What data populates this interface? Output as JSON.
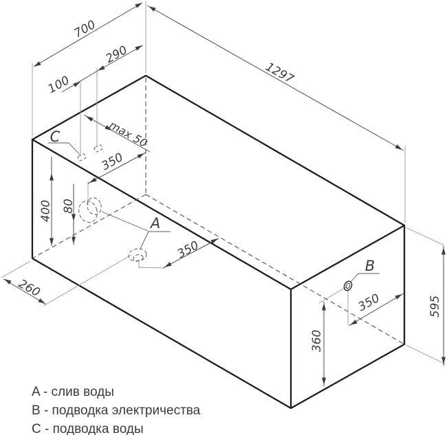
{
  "diagram": {
    "type": "isometric technical drawing of bathtub frame with connection points",
    "dim_labels": [
      {
        "id": "width-total",
        "text": "700"
      },
      {
        "id": "water-offset-290",
        "text": "290"
      },
      {
        "id": "water-offset-100",
        "text": "100"
      },
      {
        "id": "length-total",
        "text": "1297"
      },
      {
        "id": "water-max-offset",
        "text": "max 50"
      },
      {
        "id": "water-centerline",
        "text": "350"
      },
      {
        "id": "drain-centerline",
        "text": "350"
      },
      {
        "id": "drain-end-offset",
        "text": "260"
      },
      {
        "id": "height-400",
        "text": "400"
      },
      {
        "id": "drain-height",
        "text": "80"
      },
      {
        "id": "electric-centerline",
        "text": "350"
      },
      {
        "id": "electric-height",
        "text": "360"
      },
      {
        "id": "height-total",
        "text": "595"
      }
    ],
    "part_labels": [
      {
        "id": "drain",
        "text": "A"
      },
      {
        "id": "electric",
        "text": "B"
      },
      {
        "id": "water",
        "text": "C"
      }
    ],
    "legend": [
      {
        "text": "A - слив воды"
      },
      {
        "text": "B - подводка электричества"
      },
      {
        "text": "C - подводка воды"
      }
    ],
    "colors": {
      "background": "#ffffff",
      "edge_ink": "#1d1d1d",
      "dim_ink": "#4b4b4b",
      "text_ink": "#3b3b3b"
    }
  }
}
